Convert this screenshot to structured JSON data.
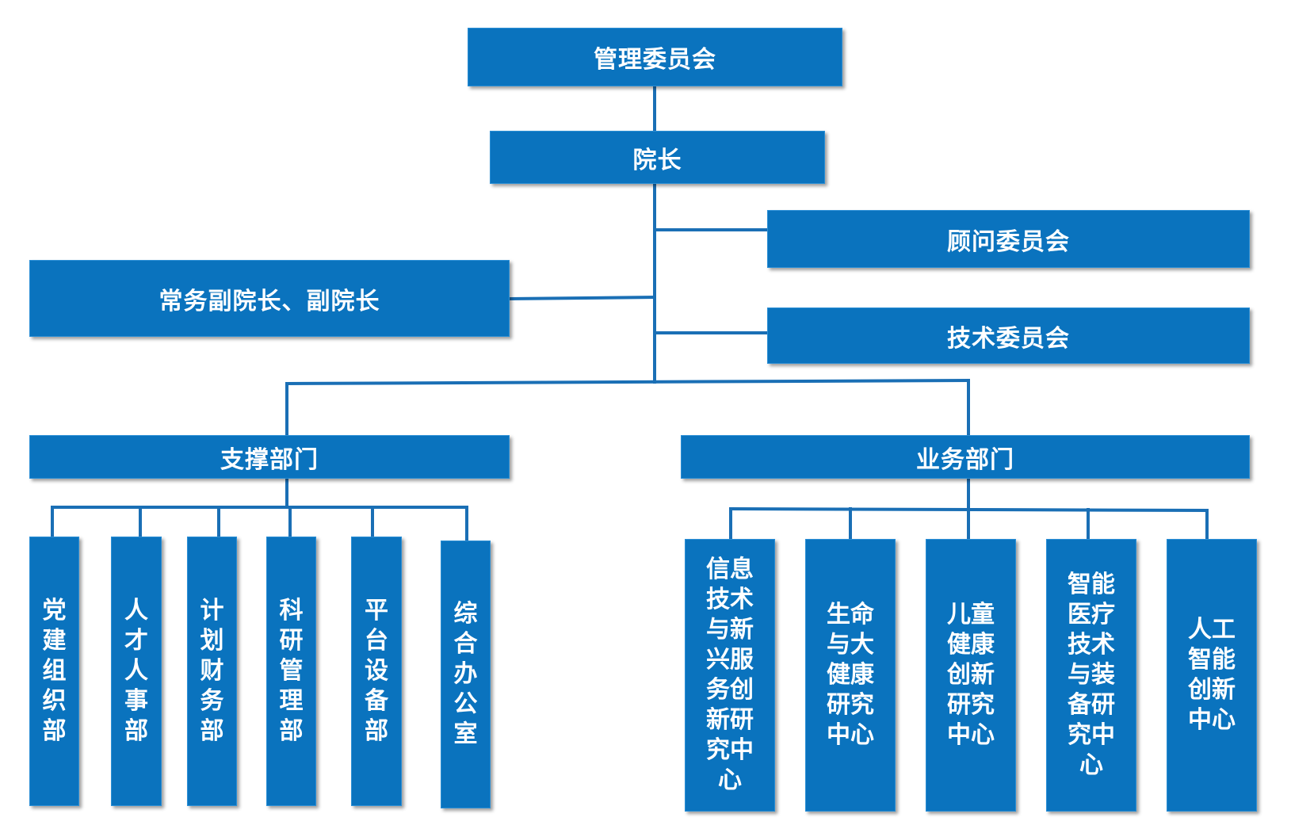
{
  "colors": {
    "box": "#0a73be",
    "line": "#1a6fb5",
    "text": "#ffffff"
  },
  "nodes": {
    "mgmt": "管理委员会",
    "president": "院长",
    "advisory": "顾问委员会",
    "vice": "常务副院长、副院长",
    "tech": "技术委员会",
    "support": "支撑部门",
    "business": "业务部门"
  },
  "support_depts": [
    {
      "text": "党\n建\n组\n织\n部"
    },
    {
      "text": "人\n才\n人\n事\n部"
    },
    {
      "text": "计\n划\n财\n务\n部"
    },
    {
      "text": "科\n研\n管\n理\n部"
    },
    {
      "text": "平\n台\n设\n备\n部"
    },
    {
      "text": "综\n合\n办\n公\n室"
    }
  ],
  "business_depts": [
    {
      "text": "信息\n技术\n与新\n兴服\n务创\n新研\n究中\n心"
    },
    {
      "text": "生命\n与大\n健康\n研究\n中心"
    },
    {
      "text": "儿童\n健康\n创新\n研究\n中心"
    },
    {
      "text": "智能\n医疗\n技术\n与装\n备研\n究中\n心"
    },
    {
      "text": "人工\n智能\n创新\n中心"
    }
  ]
}
